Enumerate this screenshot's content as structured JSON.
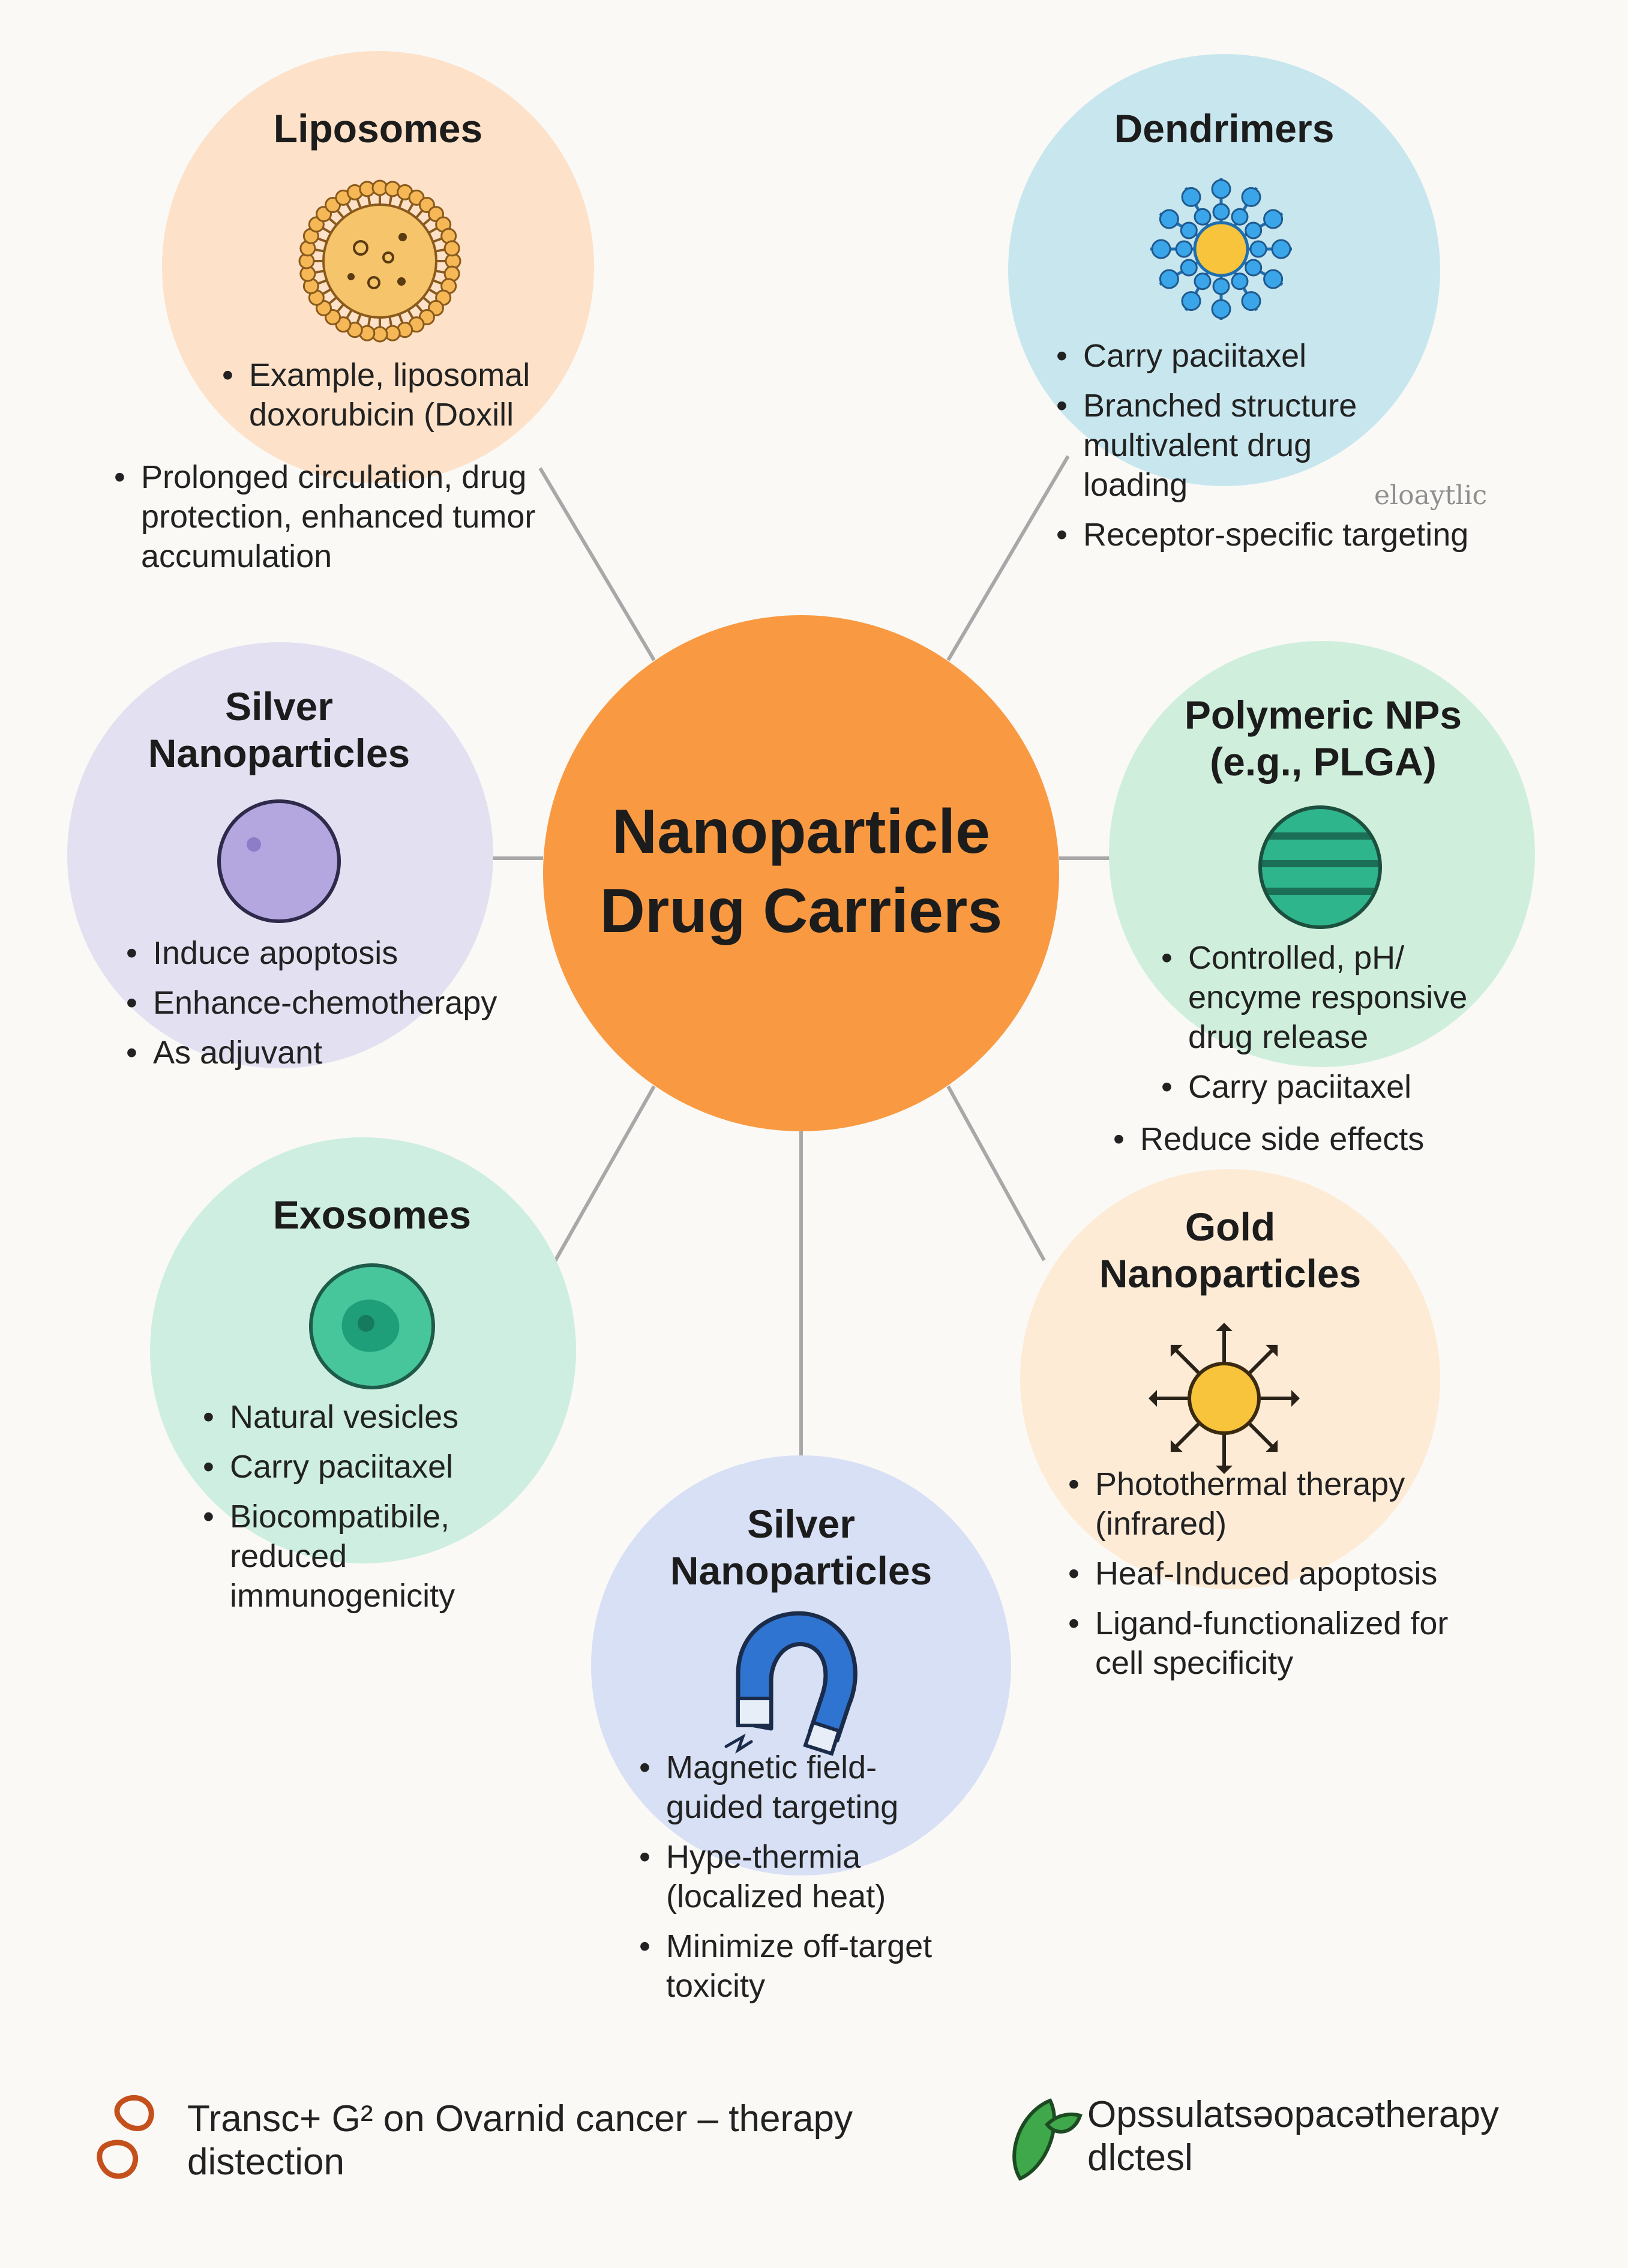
{
  "center": {
    "title": "Nanoparticle\nDrug Carriers",
    "color": "#f99a42"
  },
  "nodes": [
    {
      "id": "liposomes",
      "title": "Liposomes",
      "color": "#fde1c8",
      "icon": "liposome-icon",
      "bullets": [
        "Example, liposomal doxorubicin (Doxill",
        "Prolonged circulation, drug protection, enhanced tumor accumulation"
      ]
    },
    {
      "id": "dendrimers",
      "title": "Dendrimers",
      "color": "#c8e6ee",
      "icon": "dendrimer-icon",
      "bullets": [
        "Carry paciitaxel",
        "Branched structure multivalent drug loading",
        "Receptor-specific targeting"
      ]
    },
    {
      "id": "silver-left",
      "title": "Silver\nNanoparticles",
      "color": "#e3e0f2",
      "icon": "silver-sphere-icon",
      "bullets": [
        "Induce apoptosis",
        "Enhance-chemotherapy",
        "As adjuvant"
      ]
    },
    {
      "id": "polymeric",
      "title": "Polymeric NPs\n(e.g., PLGA)",
      "color": "#cfefdc",
      "icon": "polymer-sphere-icon",
      "bullets": [
        "Controlled, pH/ encyme responsive drug release",
        "Carry paciitaxel",
        "Reduce side effects"
      ]
    },
    {
      "id": "exosomes",
      "title": "Exosomes",
      "color": "#cdeee0",
      "icon": "exosome-icon",
      "bullets": [
        "Natural vesicles",
        "Carry paciitaxel",
        "Biocompatibile, reduced immunogenicity"
      ]
    },
    {
      "id": "gold",
      "title": "Gold\nNanoparticles",
      "color": "#fdebd6",
      "icon": "gold-nanoparticle-icon",
      "bullets": [
        "Photothermal therapy (infrared)",
        "Heaf-Induced apoptosis",
        "Ligand-functionalized for cell specificity"
      ]
    },
    {
      "id": "silver-bottom",
      "title": "Silver\nNanoparticles",
      "color": "#d7e0f4",
      "icon": "magnet-icon",
      "bullets": [
        "Magnetic field- guided targeting",
        "Hype-thermia (localized heat)",
        "Minimize off-target toxicity"
      ]
    }
  ],
  "watermark": "eloaytlic",
  "footer": {
    "left_text": "Transc+ G² on Ovarnid cancer – therapy\ndistection",
    "left_icon": "tumor-cells-icon",
    "right_text": "Opssulatsəopacətherapy\ndlctesl",
    "right_icon": "leaf-capsule-icon"
  }
}
